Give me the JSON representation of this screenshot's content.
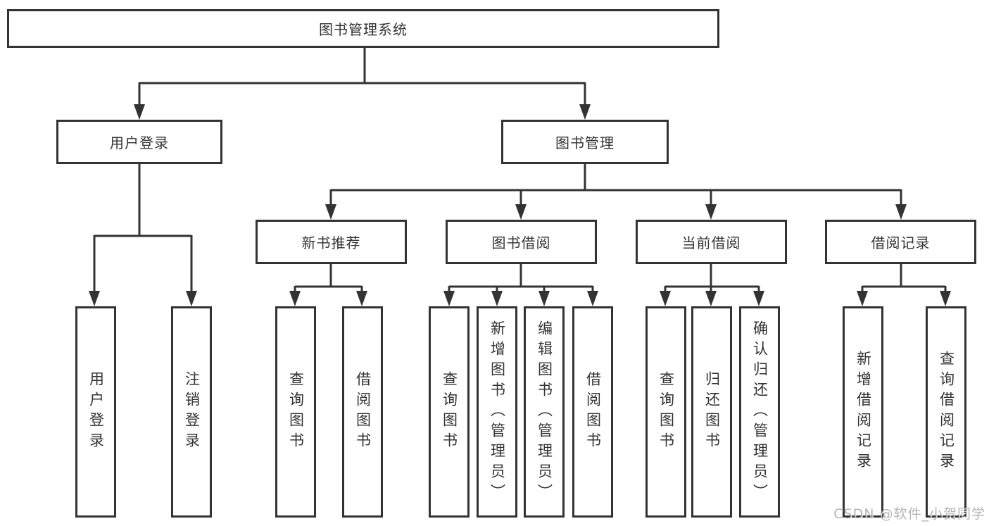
{
  "diagram": {
    "title": "图书管理系统",
    "nodes": {
      "root": "图书管理系统",
      "user_login": "用户登录",
      "book_mgmt": "图书管理",
      "new_books": "新书推荐",
      "borrowing": "图书借阅",
      "current_borrow": "当前借阅",
      "borrow_records": "借阅记录"
    },
    "leaves": {
      "user_login": [
        "用户登录",
        "注销登录"
      ],
      "new_books": [
        "查询图书",
        "借阅图书"
      ],
      "borrowing": [
        "查询图书",
        "新增图书（管理员）",
        "编辑图书（管理员）",
        "借阅图书"
      ],
      "current_borrow": [
        "查询图书",
        "归还图书",
        "确认归还（管理员）"
      ],
      "borrow_records": [
        "新增借阅记录",
        "查询借阅记录"
      ]
    },
    "colors": {
      "line": "#333333",
      "box_border": "#333333",
      "text": "#333333",
      "background": "#ffffff",
      "watermark": "#8c8c8c"
    },
    "watermark": "CSDN @软件_小贺同学"
  }
}
